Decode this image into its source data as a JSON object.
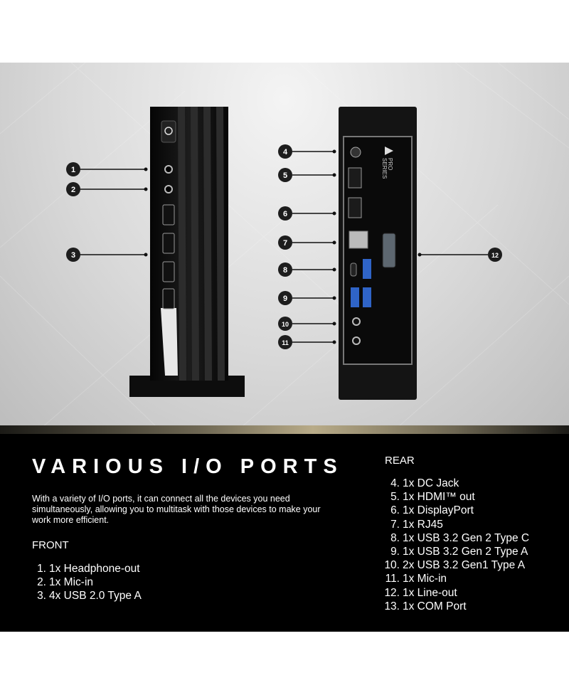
{
  "title": "VARIOUS I/O PORTS",
  "description": "With a variety of I/O ports, it can connect all the devices you need simultaneously, allowing you to multitask with those devices to make your work more efficient.",
  "front": {
    "heading": "FRONT",
    "items": [
      {
        "num": "1.",
        "text": "1x Headphone-out"
      },
      {
        "num": "2.",
        "text": "1x Mic-in"
      },
      {
        "num": "3.",
        "text": "4x USB 2.0 Type A"
      }
    ]
  },
  "rear": {
    "heading": "REAR",
    "items": [
      {
        "num": "4.",
        "text": "1x DC Jack"
      },
      {
        "num": "5.",
        "text": "1x HDMI™ out"
      },
      {
        "num": "6.",
        "text": "1x DisplayPort"
      },
      {
        "num": "7.",
        "text": "1x RJ45"
      },
      {
        "num": "8.",
        "text": "1x USB 3.2 Gen 2 Type C"
      },
      {
        "num": "9.",
        "text": "1x USB 3.2 Gen 2 Type A"
      },
      {
        "num": "10.",
        "text": "2x USB 3.2 Gen1 Type A"
      },
      {
        "num": "11.",
        "text": "1x Mic-in"
      },
      {
        "num": "12.",
        "text": "1x Line-out"
      },
      {
        "num": "13.",
        "text": "1x COM Port"
      }
    ]
  },
  "callouts": [
    "1",
    "2",
    "3",
    "4",
    "5",
    "6",
    "7",
    "8",
    "9",
    "10",
    "11",
    "12"
  ],
  "brand_mark": {
    "line1": "PRO",
    "line2": "SERIES"
  },
  "colors": {
    "accent_gold": "#b8ab88",
    "panel": "#000000",
    "device": "#111111"
  }
}
